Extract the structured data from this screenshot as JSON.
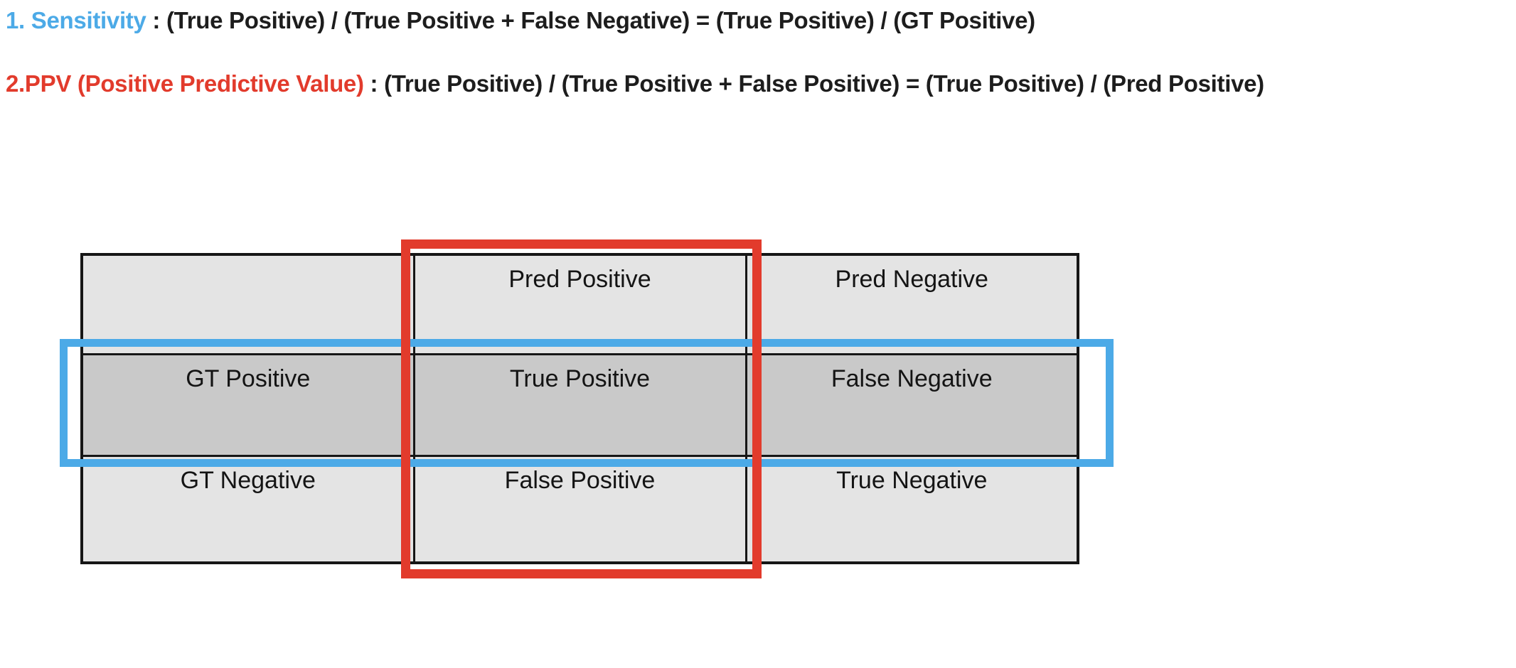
{
  "formulas": [
    {
      "label": "1. Sensitivity",
      "expression": " : (True Positive) / (True Positive + False Negative) = (True Positive) / (GT Positive)"
    },
    {
      "label": "2.PPV (Positive Predictive Value)",
      "expression": " : (True Positive) / (True Positive + False Positive) = (True Positive) / (Pred Positive)"
    }
  ],
  "matrix": {
    "corner": "",
    "col_headers": [
      "Pred Positive",
      "Pred Negative"
    ],
    "rows": [
      {
        "header": "GT Positive",
        "cells": [
          "True Positive",
          "False Negative"
        ]
      },
      {
        "header": "GT Negative",
        "cells": [
          "False Positive",
          "True Negative"
        ]
      }
    ]
  },
  "colors": {
    "sensitivity_blue": "#4caae7",
    "ppv_red": "#e23b2c",
    "cell_light_gray": "#e4e4e4",
    "cell_dark_gray": "#c9c9c9",
    "border_black": "#161616",
    "text_black": "#1d1d1d",
    "background": "#ffffff"
  }
}
